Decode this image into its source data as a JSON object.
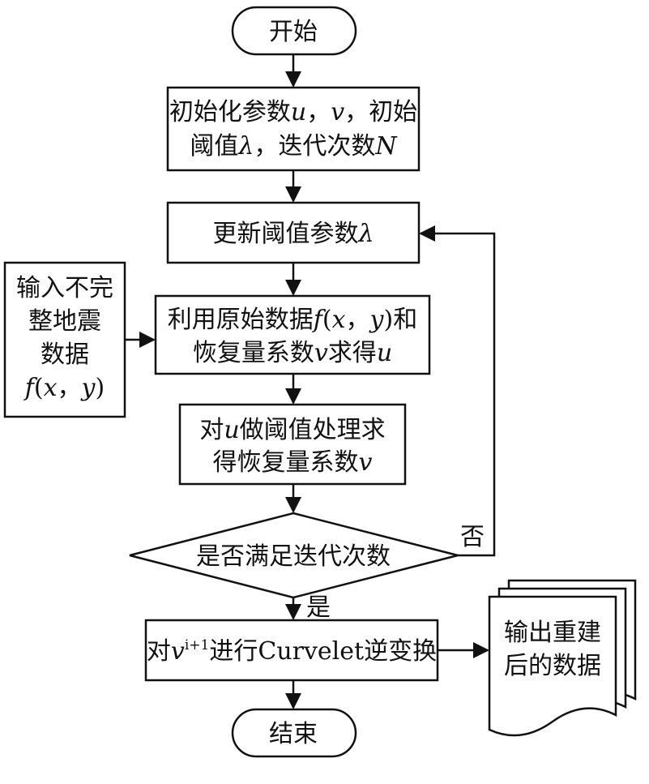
{
  "nodes": {
    "start": "开始",
    "init": {
      "line1": {
        "a": "初始化参数",
        "b": "u",
        "c": "，",
        "d": "v",
        "e": "，初始"
      },
      "line2": {
        "a": "阈值",
        "b": "λ",
        "c": "，迭代次数",
        "d": "N"
      }
    },
    "update": {
      "a": "更新阈值参数",
      "b": "λ"
    },
    "compute_u": {
      "line1": {
        "a": "利用原始数据",
        "b": "f",
        "c": "(",
        "d": "x",
        "e": "，",
        "f": "y",
        "g": ")和"
      },
      "line2": {
        "a": "恢复量系数",
        "b": "v",
        "c": "求得",
        "d": "u"
      }
    },
    "threshold": {
      "line1": {
        "a": "对",
        "b": "u",
        "c": "做阈值处理求"
      },
      "line2": {
        "a": "得恢复量系数",
        "b": "v"
      }
    },
    "decision": "是否满足迭代次数",
    "inverse": {
      "a": "对",
      "b": "v",
      "sup": "i+1",
      "c": "进行Curvelet逆变换"
    },
    "end": "结束",
    "input_data": {
      "line1": "输入不完",
      "line2": "整地震",
      "line3": "数据",
      "line4": {
        "a": "f",
        "b": "(",
        "c": "x",
        "d": "，",
        "e": "y",
        "f": ")"
      }
    },
    "output_doc": {
      "line1": "输出重建",
      "line2": "后的数据"
    }
  },
  "edges": {
    "no_label": "否",
    "yes_label": "是"
  }
}
